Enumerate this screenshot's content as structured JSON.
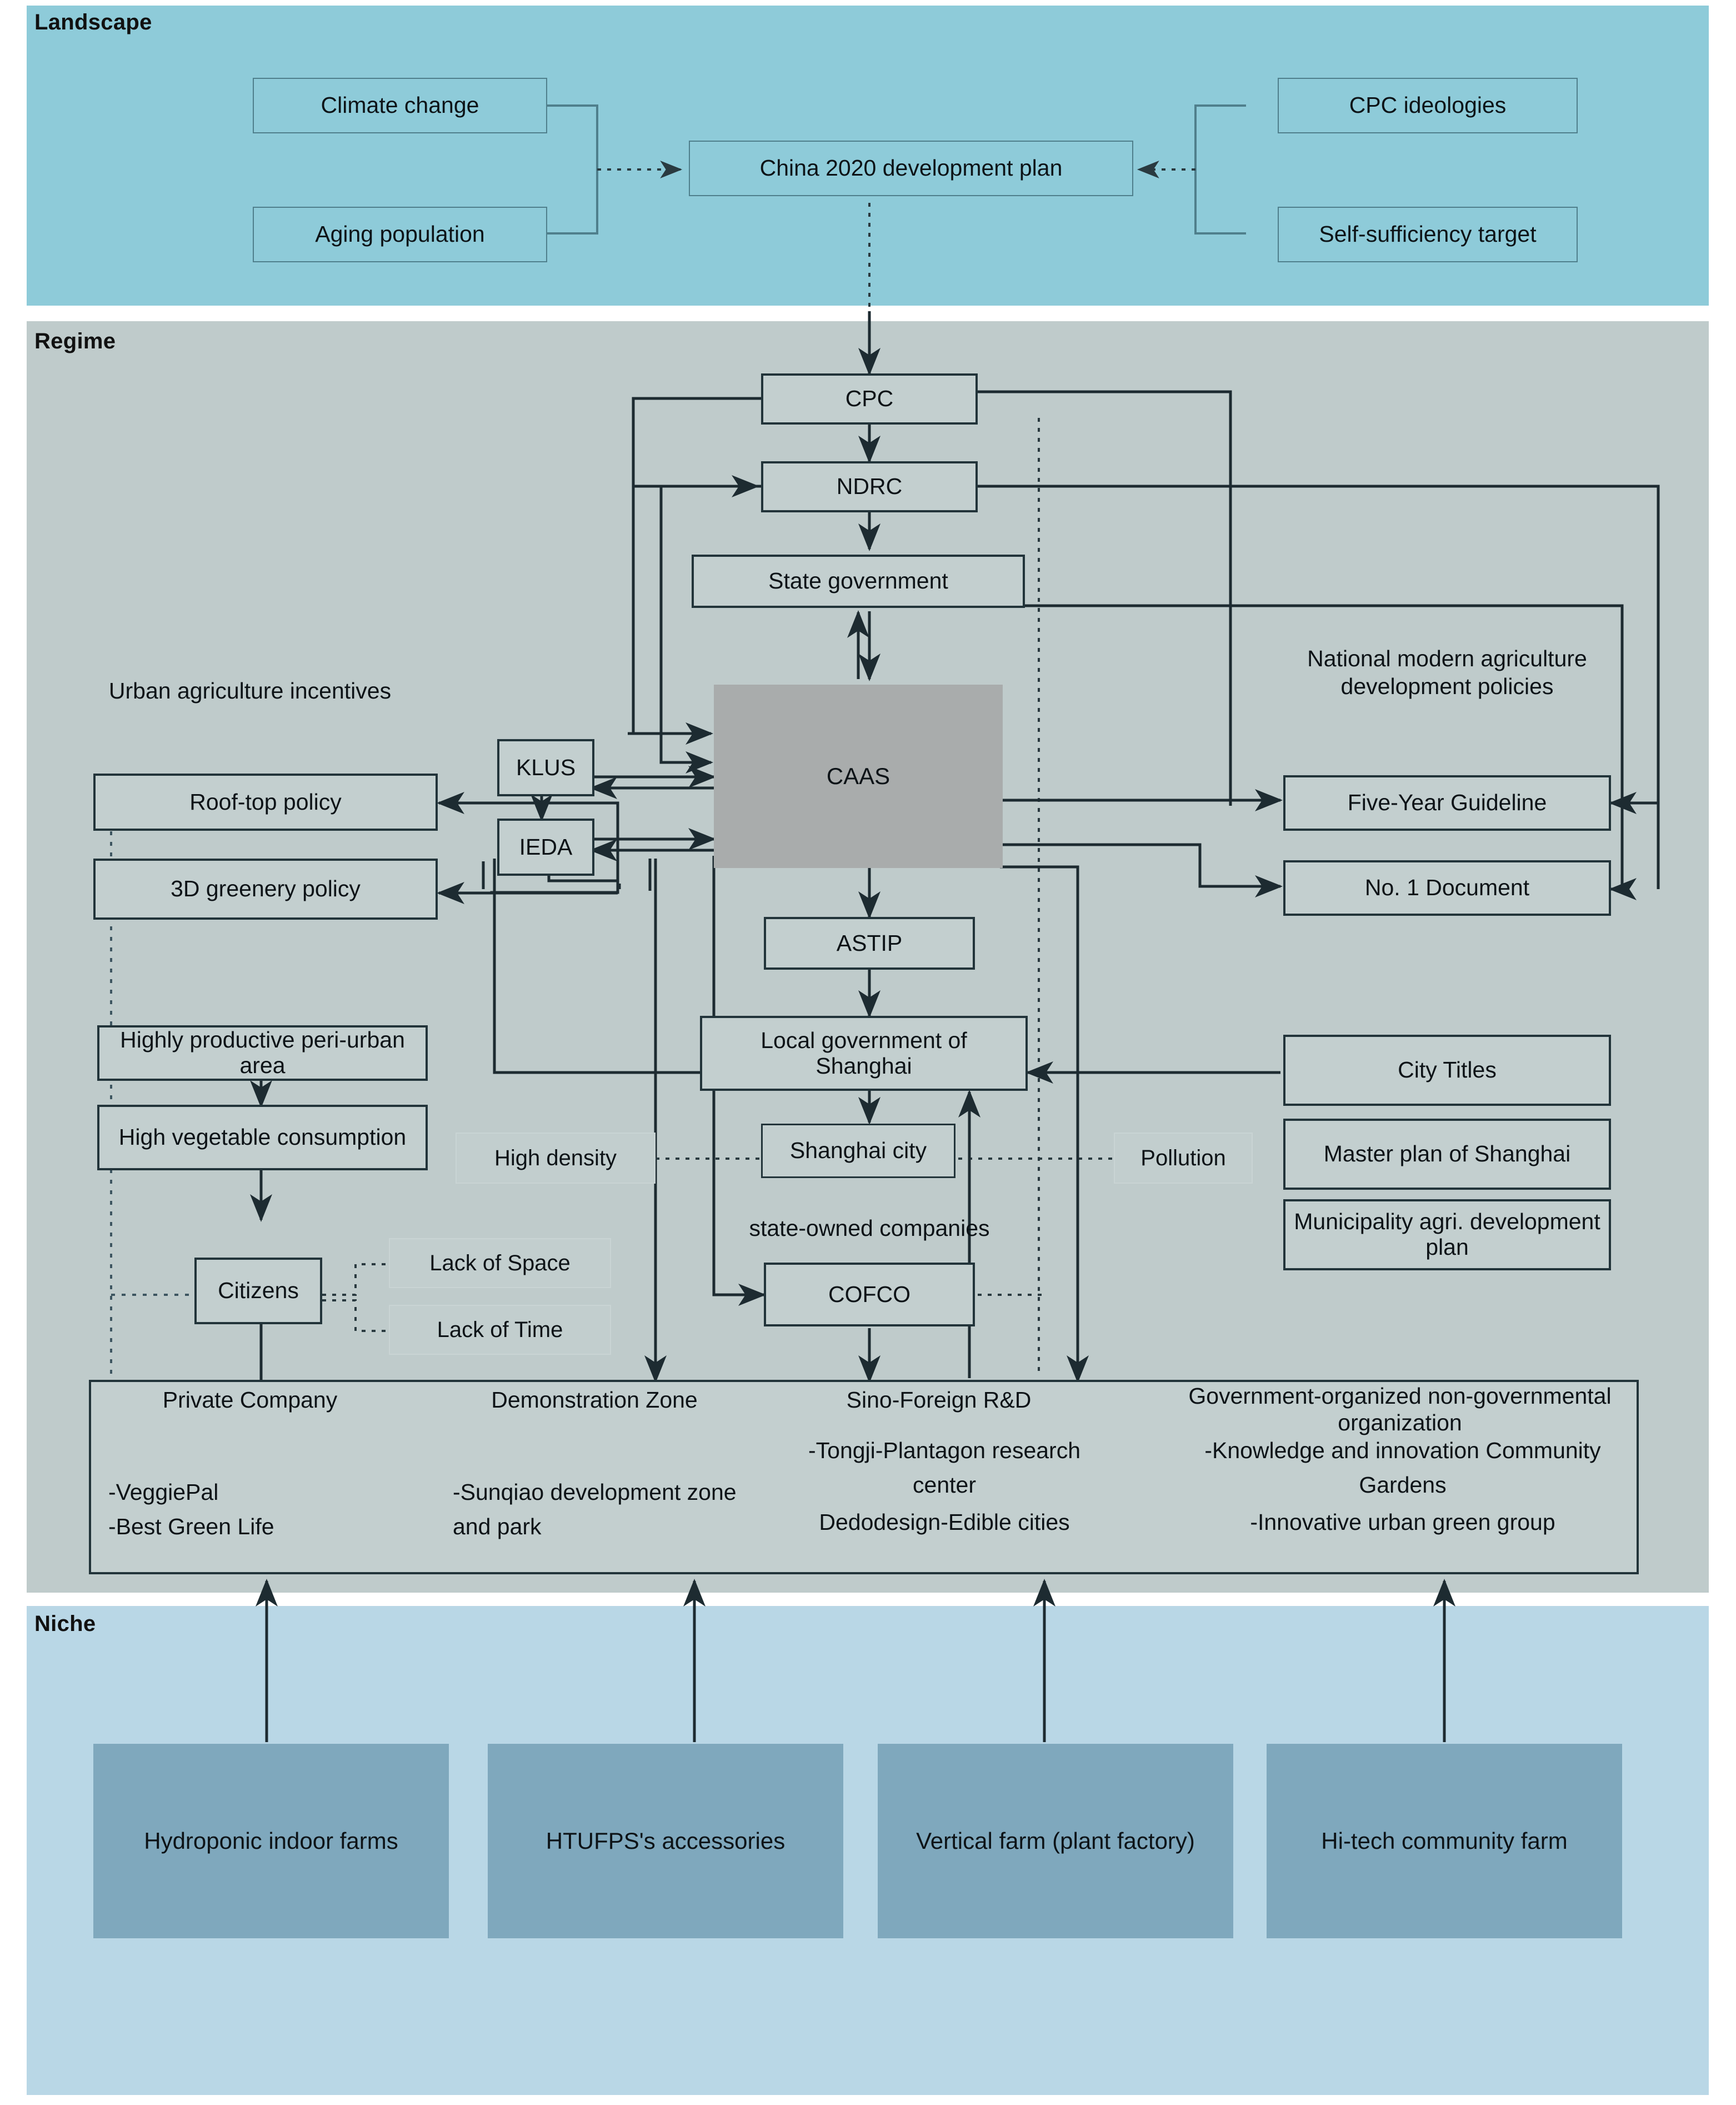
{
  "figure": {
    "type": "multi-level-perspective-diagram",
    "subject": "Urban agriculture transition in Shanghai / China"
  },
  "levels": {
    "landscape": {
      "title": "Landscape"
    },
    "regime": {
      "title": "Regime"
    },
    "niche": {
      "title": "Niche"
    }
  },
  "landscape": {
    "nodes": {
      "climate_change": "Climate change",
      "aging_population": "Aging population",
      "central_plan": "China 2020 development plan",
      "cpc_ideologies": "CPC ideologies",
      "self_sufficiency": "Self-sufficiency target"
    }
  },
  "regime": {
    "nodes": {
      "cpc": "CPC",
      "ndrc": "NDRC",
      "state_government": "State government",
      "caas": "CAAS",
      "klus": "KLUS",
      "ieda": "IEDA",
      "astip": "ASTIP",
      "local_government": "Local government of Shanghai",
      "shanghai_city": "Shanghai city",
      "cofco": "COFCO",
      "rooftop_policy": "Roof-top  policy",
      "greenery_policy": "3D greenery policy",
      "peri_urban": "Highly productive peri-urban area",
      "vegetable_consumption": "High vegetable consumption",
      "citizens": "Citizens",
      "five_year_guideline": "Five-Year Guideline",
      "no1_document": "No. 1 Document",
      "city_titles": "City Titles",
      "master_plan": "Master plan of Shanghai",
      "municipality_plan": "Municipality agri. development plan"
    },
    "labels": {
      "urban_agriculture_incentives": "Urban agriculture incentives",
      "national_policies": "National modern agriculture development policies",
      "state_owned_companies": "state-owned companies",
      "high_density": "High density",
      "pollution": "Pollution",
      "lack_of_space": "Lack of Space",
      "lack_of_time": "Lack of Time"
    },
    "actors": [
      {
        "head": "Private Company",
        "items": [
          "-VeggiePal",
          "-Best Green Life"
        ]
      },
      {
        "head": "Demonstration Zone",
        "items": [
          "-Sunqiao development zone and park"
        ]
      },
      {
        "head": "Sino-Foreign R&D",
        "items": [
          "-Tongji-Plantagon research center",
          "Dedodesign-Edible cities"
        ]
      },
      {
        "head": "Government-organized non-governmental organization",
        "items": [
          "-Knowledge and innovation Community Gardens",
          "-Innovative urban green group"
        ]
      }
    ]
  },
  "niche": {
    "tiles": [
      "Hydroponic indoor farms",
      "HTUFPS's accessories",
      "Vertical farm (plant factory)",
      "Hi-tech community farm"
    ]
  },
  "colors": {
    "landscape_band": "#8ecbd9",
    "regime_band": "#bfcbcb",
    "niche_band": "#b9d7e6",
    "niche_tile": "#7fa8bd",
    "caas_fill": "#a9acac",
    "line": "#1d2b31"
  }
}
